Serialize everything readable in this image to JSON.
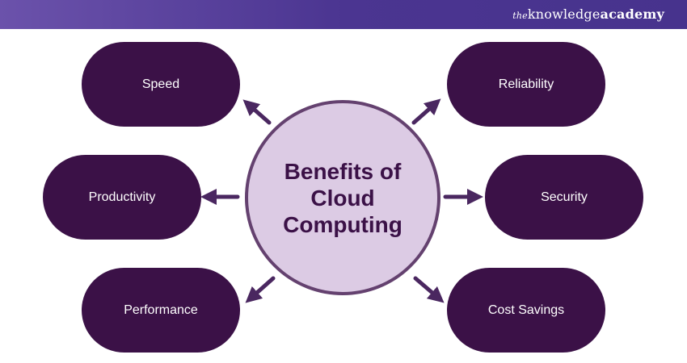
{
  "header": {
    "logo_prefix": "the",
    "logo_main": "knowledge",
    "logo_suffix": "academy"
  },
  "center": {
    "title": "Benefits of Cloud Computing"
  },
  "benefits": [
    {
      "label": "Speed"
    },
    {
      "label": "Reliability"
    },
    {
      "label": "Productivity"
    },
    {
      "label": "Security"
    },
    {
      "label": "Performance"
    },
    {
      "label": "Cost Savings"
    }
  ],
  "colors": {
    "pill": "#3b1147",
    "circle_fill": "#dccbe4",
    "circle_border": "#64416f",
    "arrow": "#4a2760",
    "header": "#4b3591"
  }
}
